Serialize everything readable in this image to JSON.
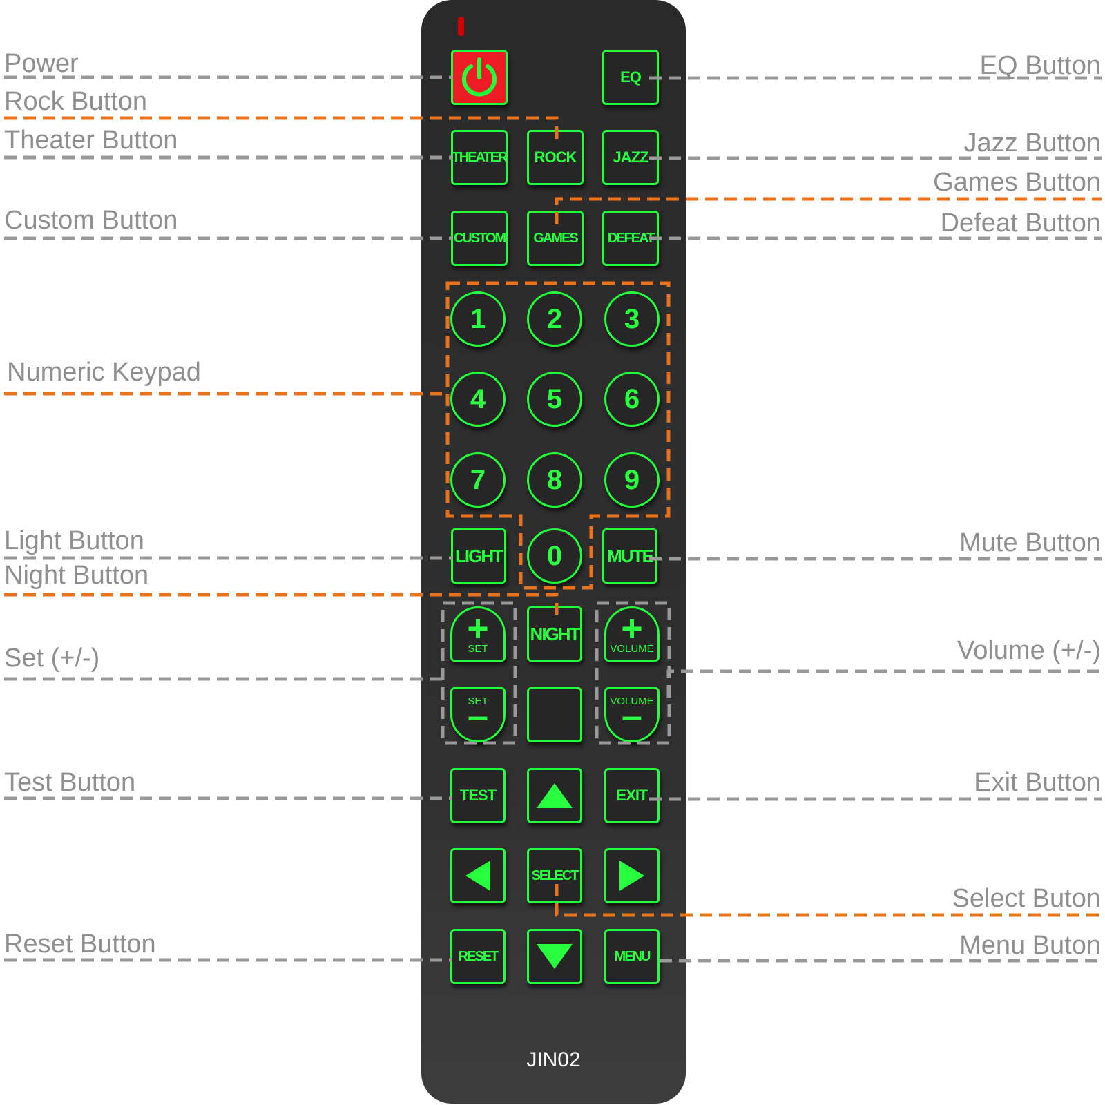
{
  "colors": {
    "remote_body": "#2e2e2e",
    "button_green": "#21ff3a",
    "power_red": "#ee1c25",
    "callout_gray": "#8f8f8f",
    "callout_orange": "#e8731c"
  },
  "remote": {
    "model": "JIN02",
    "buttons": {
      "eq": "EQ",
      "theater": "THEATER",
      "rock": "ROCK",
      "jazz": "JAZZ",
      "custom": "CUSTOM",
      "games": "GAMES",
      "defeat": "DEFEAT",
      "light": "LIGHT",
      "mute": "MUTE",
      "night": "NIGHT",
      "set": "SET",
      "volume": "VOLUME",
      "test": "TEST",
      "exit": "EXIT",
      "select": "SELECT",
      "reset": "RESET",
      "menu": "MENU"
    },
    "keypad": [
      "1",
      "2",
      "3",
      "4",
      "5",
      "6",
      "7",
      "8",
      "9",
      "0"
    ],
    "icons": {
      "power": "power-icon",
      "up": "triangle-up-icon",
      "down": "triangle-down-icon",
      "left": "triangle-left-icon",
      "right": "triangle-right-icon",
      "plus": "plus-icon",
      "minus": "minus-icon"
    }
  },
  "callouts": {
    "left": {
      "power": "Power",
      "rock": "Rock Button",
      "theater": "Theater Button",
      "custom": "Custom Button",
      "keypad": "Numeric Keypad",
      "light": "Light Button",
      "night": "Night Button",
      "set": "Set (+/-)",
      "test": "Test Button",
      "reset": "Reset Button"
    },
    "right": {
      "eq": "EQ Button",
      "jazz": "Jazz Button",
      "games": "Games Button",
      "defeat": "Defeat Button",
      "mute": "Mute Button",
      "volume": "Volume (+/-)",
      "exit": "Exit Button",
      "select": "Select Buton",
      "menu": "Menu Buton"
    }
  }
}
